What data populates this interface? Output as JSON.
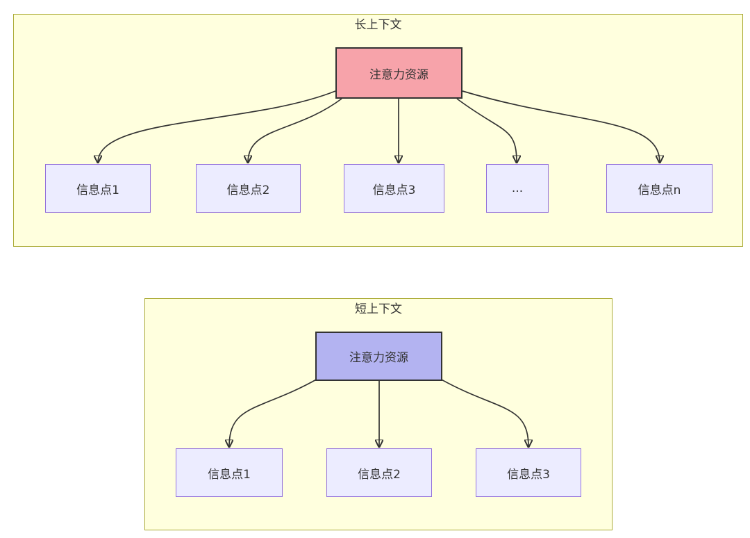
{
  "diagram": {
    "panels": [
      {
        "title": "长上下文",
        "root": {
          "label": "注意力资源"
        },
        "children": [
          {
            "label": "信息点1"
          },
          {
            "label": "信息点2"
          },
          {
            "label": "信息点3"
          },
          {
            "label": "..."
          },
          {
            "label": "信息点n"
          }
        ]
      },
      {
        "title": "短上下文",
        "root": {
          "label": "注意力资源"
        },
        "children": [
          {
            "label": "信息点1"
          },
          {
            "label": "信息点2"
          },
          {
            "label": "信息点3"
          }
        ]
      }
    ],
    "colors": {
      "panel_fill": "#ffffde",
      "panel_border": "#aaaa33",
      "info_node_fill": "#ececff",
      "info_node_border": "#9370db",
      "attention_long_fill": "#f7a3aa",
      "attention_short_fill": "#b3b3f1",
      "attention_border": "#333333",
      "arrow": "#333333",
      "text": "#333333"
    }
  }
}
